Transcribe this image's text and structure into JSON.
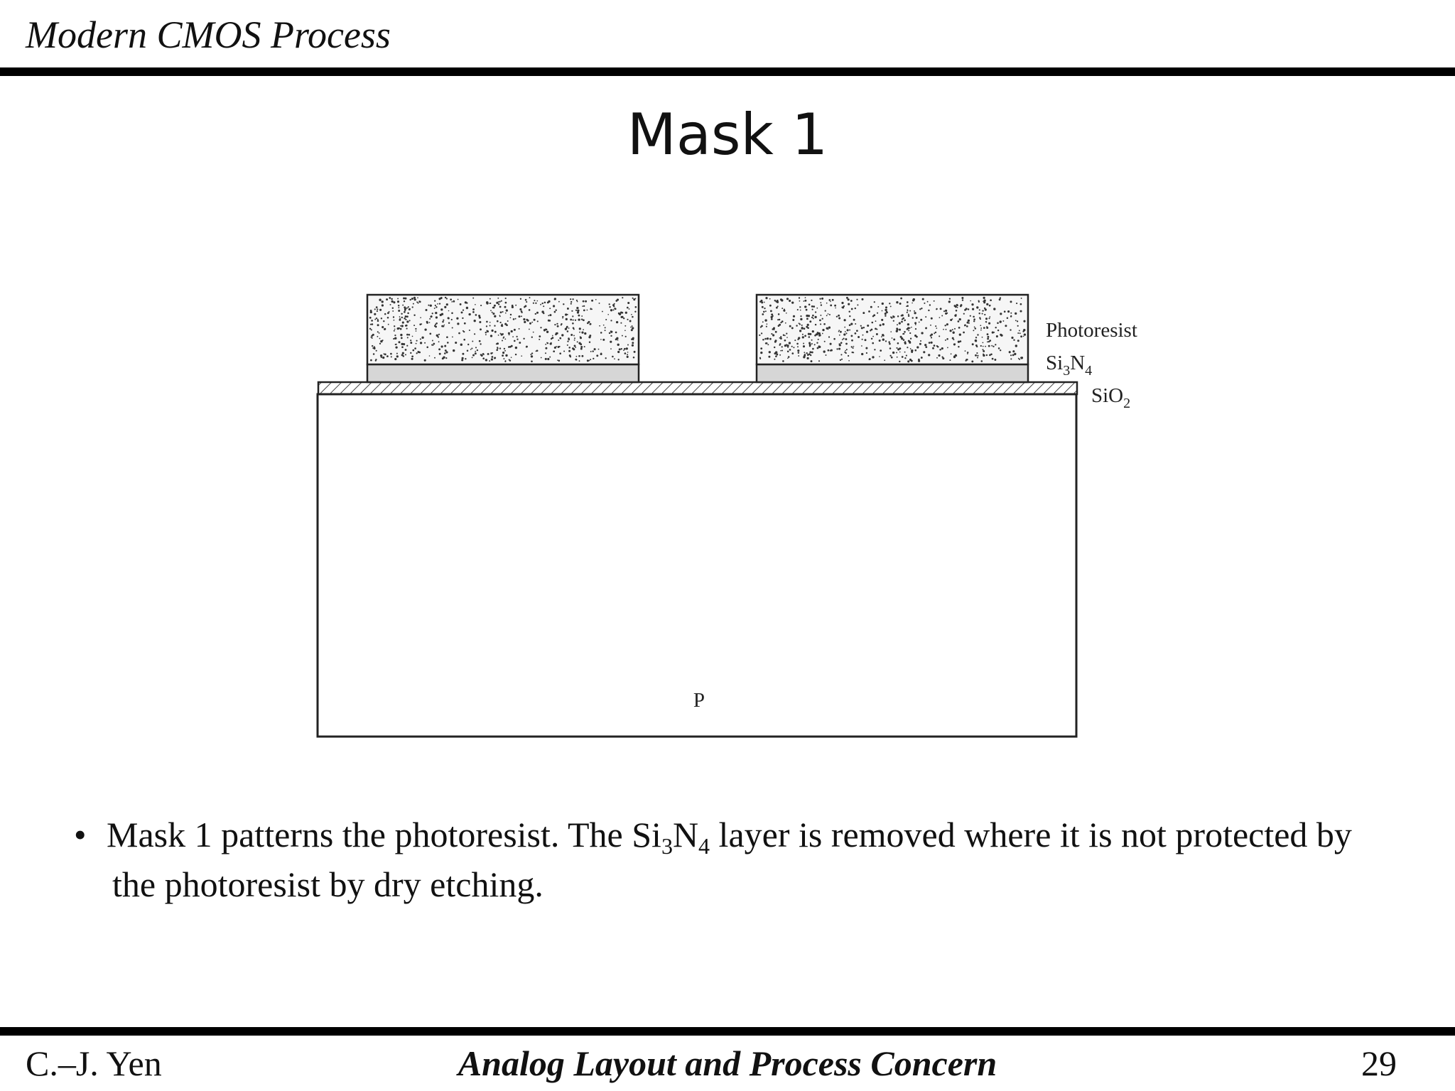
{
  "header": {
    "title": "Modern CMOS Process"
  },
  "slide": {
    "title": "Mask 1"
  },
  "diagram": {
    "labels": {
      "photoresist": "Photoresist",
      "si3n4_base": "Si",
      "si3n4_sub1": "3",
      "si3n4_mid": "N",
      "si3n4_sub2": "4",
      "sio2_base": "SiO",
      "sio2_sub": "2",
      "substrate": "P"
    },
    "colors": {
      "outline": "#222222",
      "nitride": "#d6d6d6",
      "stipple": "#333333",
      "hatch": "#444444"
    }
  },
  "bullet": {
    "dot": "•",
    "part1": "Mask 1 patterns the photoresist. The Si",
    "sub1": "3",
    "part2": "N",
    "sub2": "4",
    "part3": " layer is removed where it is not protected by",
    "line2": "the photoresist by dry etching."
  },
  "footer": {
    "author": "C.–J. Yen",
    "course": "Analog Layout and Process Concern",
    "page": "29"
  }
}
